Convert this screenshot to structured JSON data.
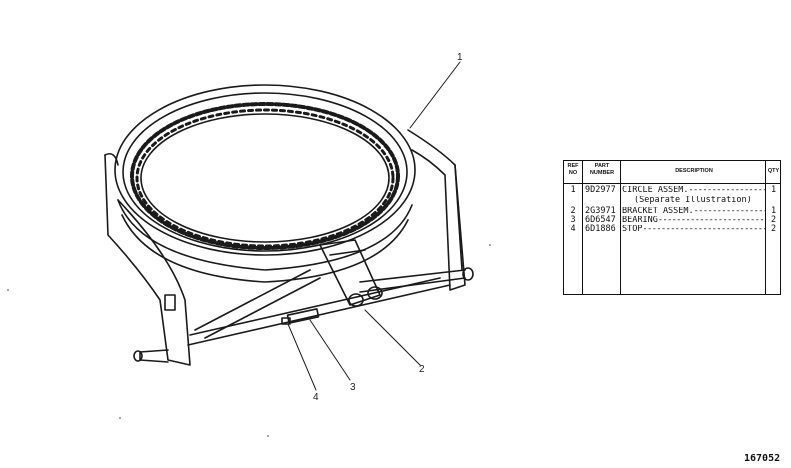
{
  "callouts": {
    "c1": "1",
    "c2": "2",
    "c3": "3",
    "c4": "4"
  },
  "table": {
    "headers": {
      "ref": "REF NO",
      "part": "PART NUMBER",
      "description": "DESCRIPTION",
      "qty": "QTY"
    },
    "rows": [
      {
        "ref": "1",
        "part": "9D2977",
        "description": "CIRCLE ASSEM.",
        "qty": "1"
      },
      {
        "ref": "",
        "part": "",
        "description": "(Separate Illustration)",
        "qty": ""
      },
      {
        "ref": "2",
        "part": "2G3971",
        "description": "BRACKET ASSEM.",
        "qty": "1"
      },
      {
        "ref": "3",
        "part": "6D6547",
        "description": "BEARING",
        "qty": "2"
      },
      {
        "ref": "4",
        "part": "6D1886",
        "description": "STOP",
        "qty": "2"
      }
    ]
  },
  "plate_number": "167052"
}
